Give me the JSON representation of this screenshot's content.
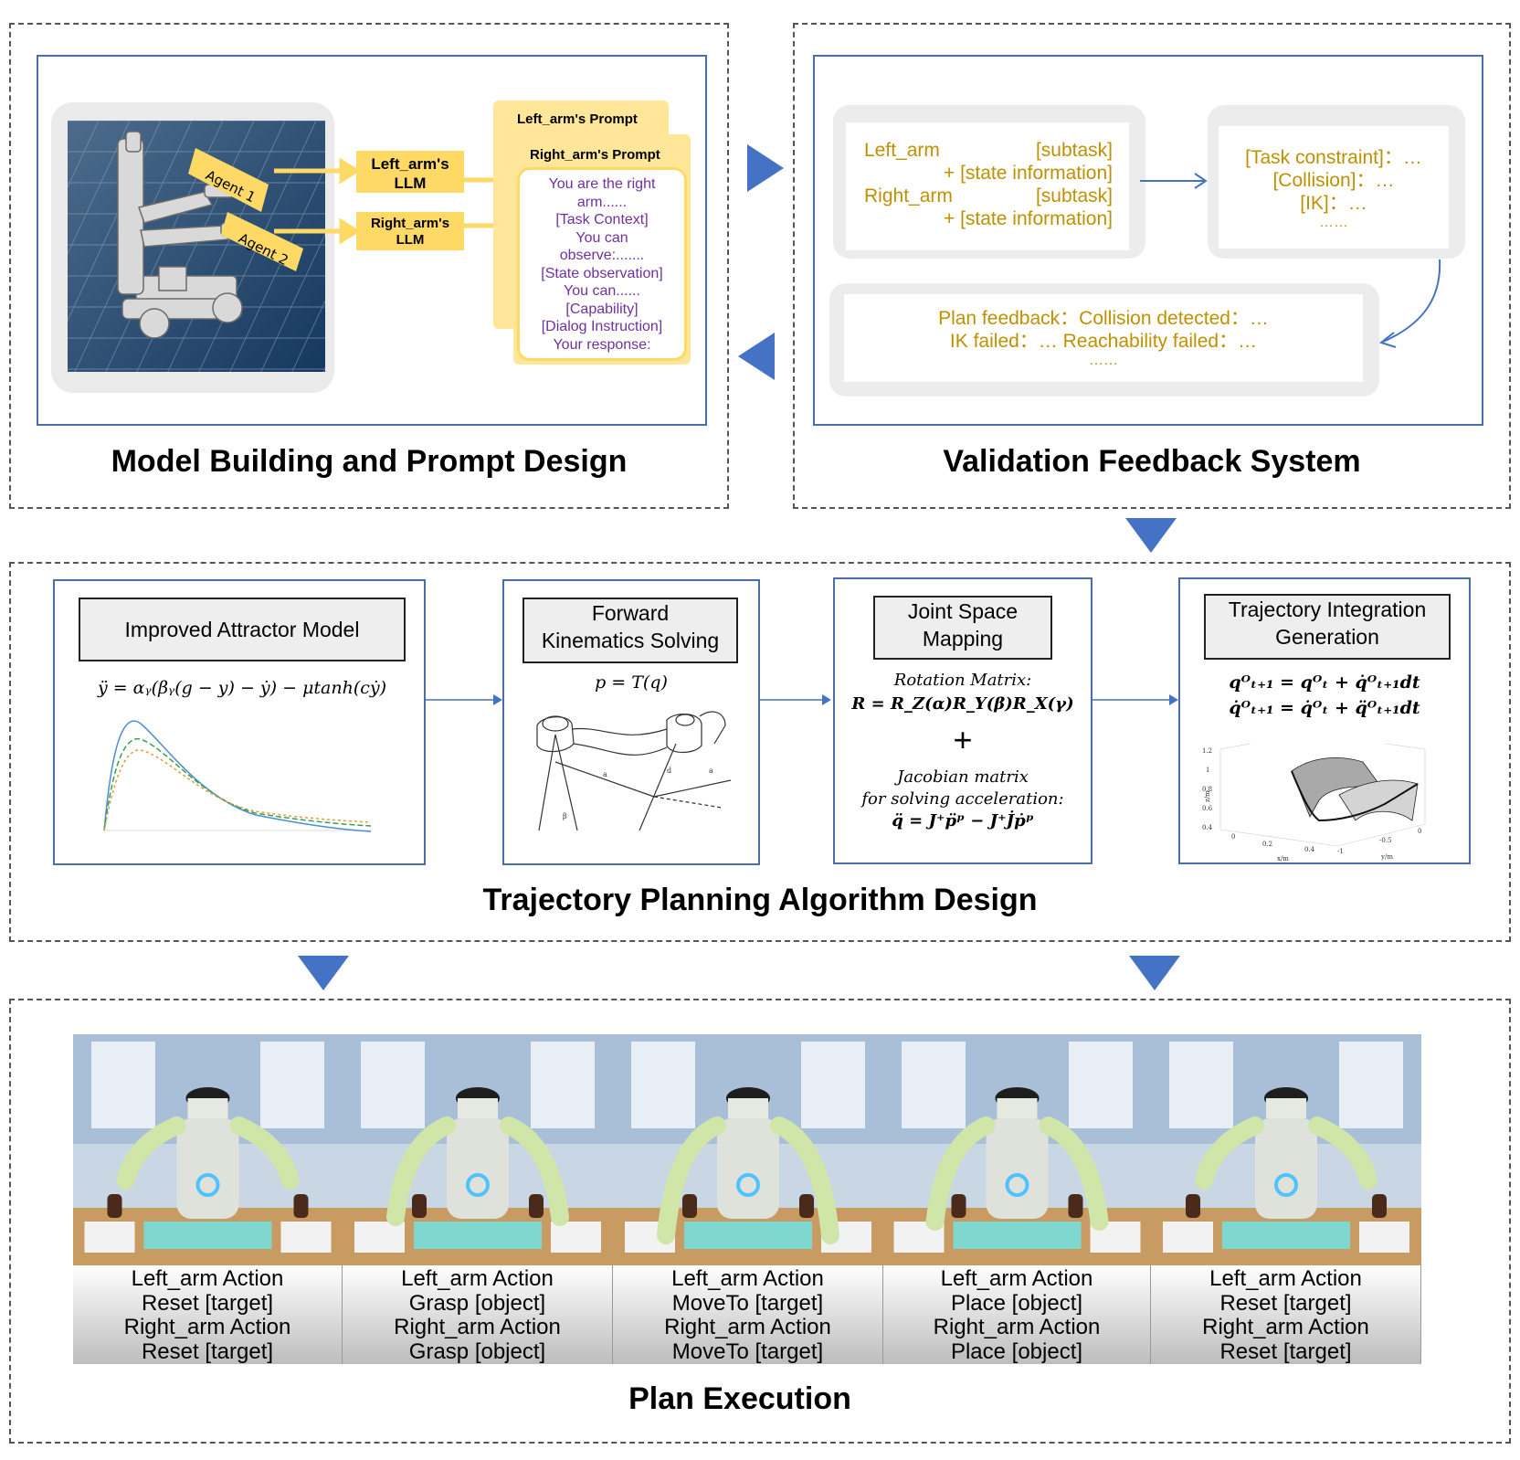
{
  "sections": {
    "model": "Model Building and Prompt Design",
    "validation": "Validation Feedback System",
    "trajectory": "Trajectory Planning Algorithm Design",
    "execution": "Plan Execution"
  },
  "model_panel": {
    "agent1": "Agent 1",
    "agent2": "Agent 2",
    "left_llm": [
      "Left_arm's",
      "LLM"
    ],
    "right_llm": [
      "Right_arm's",
      "LLM"
    ],
    "left_prompt_title": "Left_arm's Prompt",
    "right_prompt_title": "Right_arm's Prompt",
    "prompt_lines": [
      "You are the right",
      "arm......",
      "[Task Context]",
      "You can",
      "observe:.......",
      "[State observation]",
      "You can......",
      "[Capability]",
      "[Dialog Instruction]",
      "Your response:"
    ]
  },
  "validation_panel": {
    "state_lines": [
      {
        "left": "Left_arm",
        "right": "[subtask]"
      },
      {
        "left": "",
        "right": "+ [state information]"
      },
      {
        "left": "Right_arm",
        "right": "[subtask]"
      },
      {
        "left": "",
        "right": "+ [state information]"
      }
    ],
    "constraint_lines": [
      "[Task constraint]：…",
      "[Collision]：…",
      "[IK]：…",
      "……"
    ],
    "feedback_lines": [
      "Plan feedback：Collision detected：…",
      "IK failed：… Reachability failed：…",
      "……"
    ]
  },
  "algorithms": {
    "attractor": {
      "title": "Improved Attractor Model",
      "formula": "ÿ = αᵧ(βᵧ(g − y) − ẏ) − μtanh(cẏ)"
    },
    "kinematics": {
      "title": [
        "Forward",
        "Kinematics Solving"
      ],
      "formula": "p = T(q)"
    },
    "joint": {
      "title": [
        "Joint Space",
        "Mapping"
      ],
      "rotation_label": "Rotation Matrix:",
      "rotation_formula": "R = R_Z(α)R_Y(β)R_X(γ)",
      "plus": "+",
      "jacobian_label_1": "Jacobian matrix",
      "jacobian_label_2": "for solving acceleration:",
      "jacobian_formula": "q̈ = J⁺p̈ᵖ − J⁺J̇ṗᵖ"
    },
    "integration": {
      "title": [
        "Trajectory Integration",
        "Generation"
      ],
      "formula1": "qᴼₜ₊₁ = qᴼₜ + q̇ᴼₜ₊₁dt",
      "formula2": "q̇ᴼₜ₊₁ = q̇ᴼₜ + q̈ᴼₜ₊₁dt",
      "plot_z_ticks": [
        "1.2",
        "1",
        "0.8",
        "0.6",
        "0.4"
      ],
      "plot_x_ticks": [
        "0",
        "0.2",
        "0.4"
      ],
      "plot_y_ticks": [
        "-1",
        "-0.5",
        "0"
      ],
      "zlabel": "z/m",
      "xlabel": "x/m",
      "ylabel": "y/m"
    }
  },
  "execution_steps": [
    {
      "l1": "Left_arm Action",
      "l2": "Reset [target]",
      "r1": "Right_arm Action",
      "r2": "Reset [target]"
    },
    {
      "l1": "Left_arm Action",
      "l2": "Grasp [object]",
      "r1": "Right_arm Action",
      "r2": "Grasp [object]"
    },
    {
      "l1": "Left_arm Action",
      "l2": "MoveTo [target]",
      "r1": "Right_arm Action",
      "r2": "MoveTo [target]"
    },
    {
      "l1": "Left_arm Action",
      "l2": "Place [object]",
      "r1": "Right_arm Action",
      "r2": "Place [object]"
    },
    {
      "l1": "Left_arm Action",
      "l2": "Reset [target]",
      "r1": "Right_arm Action",
      "r2": "Reset [target]"
    }
  ],
  "colors": {
    "accent_blue": "#4472c4",
    "gold_text": "#bf9000",
    "prompt_purple": "#7030a0",
    "llm_yellow": "#ffd966"
  }
}
